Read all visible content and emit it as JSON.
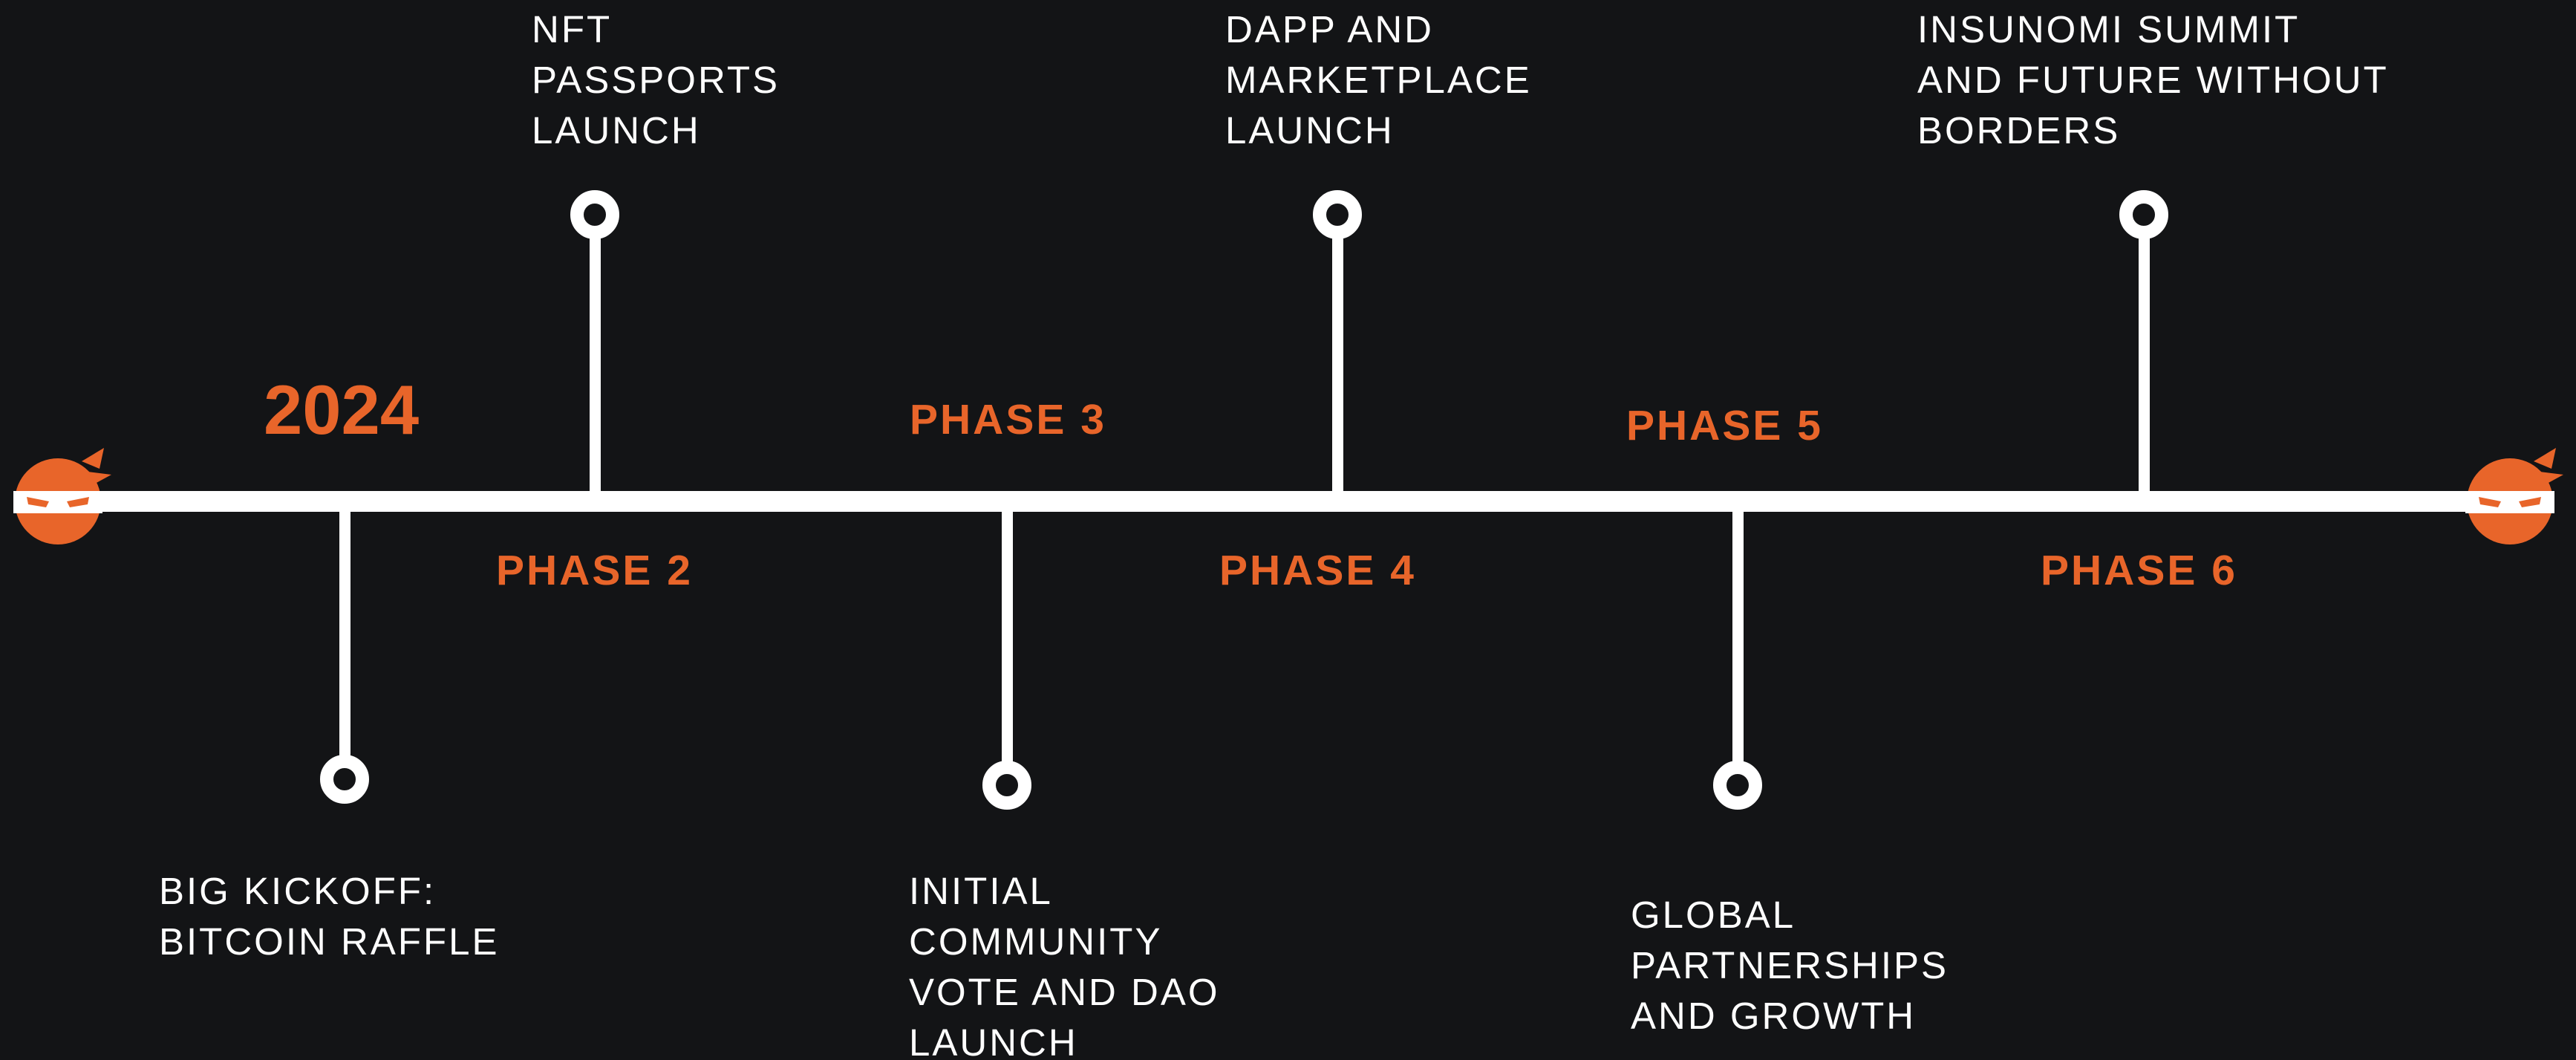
{
  "colors": {
    "background": "#131416",
    "accent": "#e8652a",
    "line": "#ffffff",
    "text": "#ffffff"
  },
  "year": "2024",
  "phases": [
    {
      "label": "PHASE 2"
    },
    {
      "label": "PHASE 3"
    },
    {
      "label": "PHASE 4"
    },
    {
      "label": "PHASE 5"
    },
    {
      "label": "PHASE 6"
    }
  ],
  "milestones": [
    {
      "text": "BIG KICKOFF:\nBITCOIN RAFFLE"
    },
    {
      "text": "NFT\nPASSPORTS\nLAUNCH"
    },
    {
      "text": "INITIAL\nCOMMUNITY\nVOTE AND DAO\nLAUNCH"
    },
    {
      "text": "DAPP AND\nMARKETPLACE\nLAUNCH"
    },
    {
      "text": "GLOBAL\nPARTNERSHIPS\nAND GROWTH"
    },
    {
      "text": "INSUNOMI SUMMIT\nAND FUTURE WITHOUT\nBORDERS"
    }
  ],
  "icons": {
    "start": "ninja-mascot-icon",
    "end": "ninja-mascot-icon"
  }
}
